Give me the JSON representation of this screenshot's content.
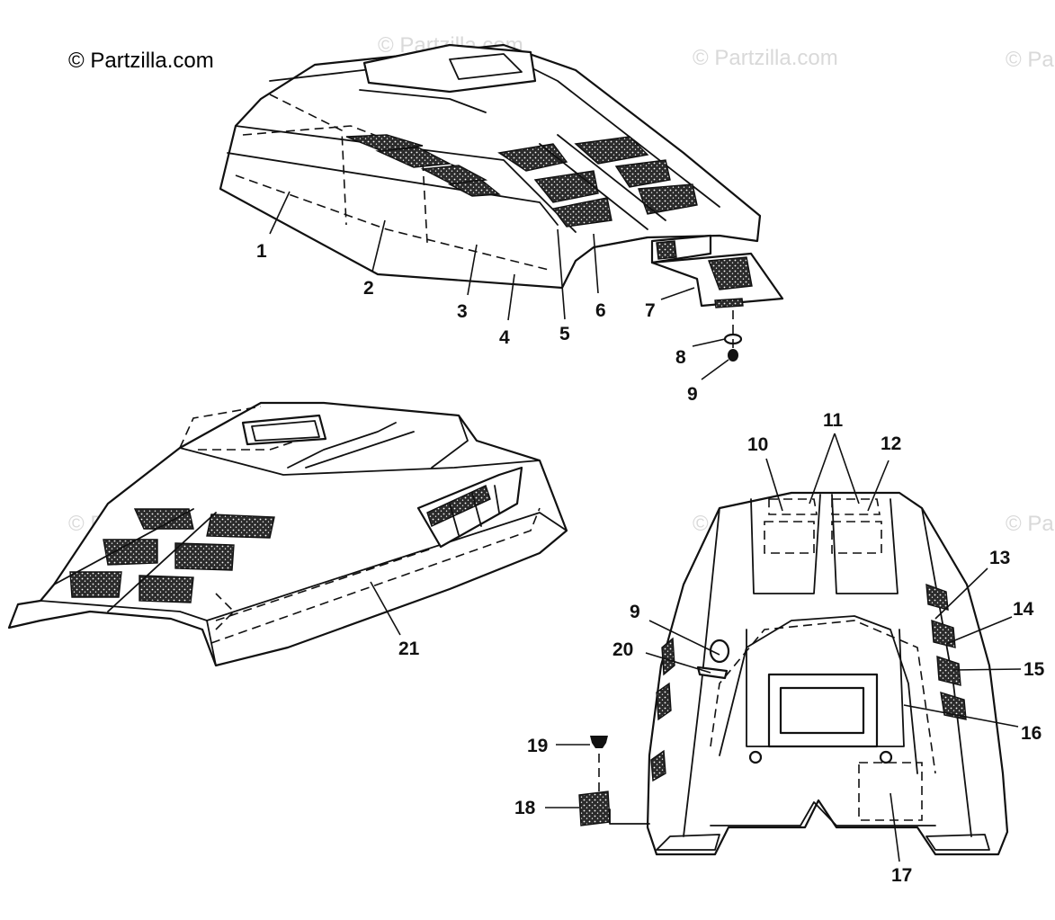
{
  "watermark": {
    "main": "© Partzilla.com",
    "faint": "© Partzilla.com"
  },
  "callouts": {
    "c1": "1",
    "c2": "2",
    "c3": "3",
    "c4": "4",
    "c5": "5",
    "c6": "6",
    "c7": "7",
    "c8": "8",
    "c9a": "9",
    "c9b": "9",
    "c10": "10",
    "c11": "11",
    "c12": "12",
    "c13": "13",
    "c14": "14",
    "c15": "15",
    "c16": "16",
    "c17": "17",
    "c18": "18",
    "c19": "19",
    "c20": "20",
    "c21": "21"
  }
}
